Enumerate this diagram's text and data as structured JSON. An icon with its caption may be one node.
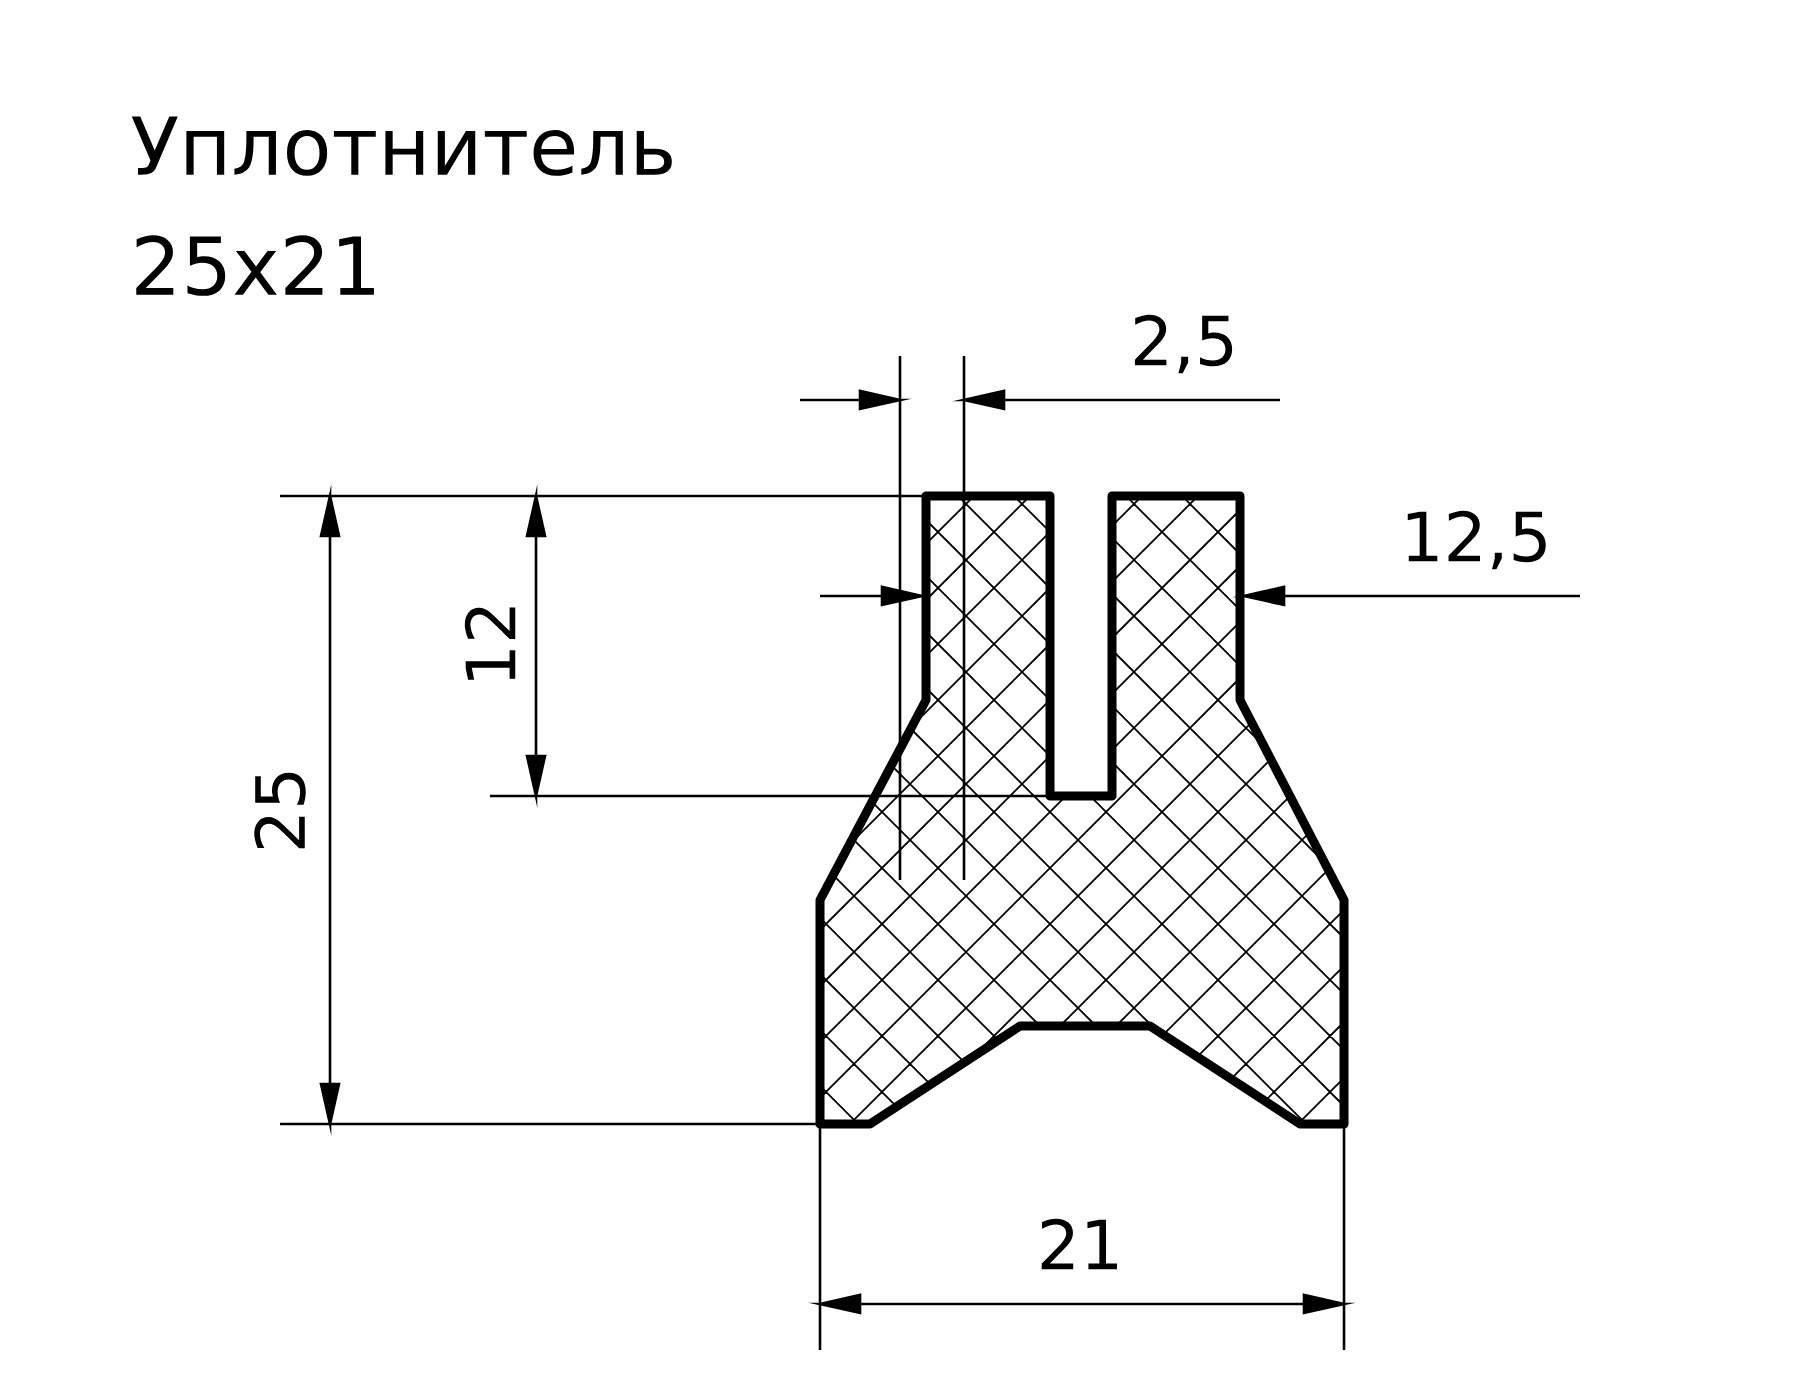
{
  "diagram": {
    "title": "Уплотнитель 25x21",
    "labels": [
      "2,5",
      "12,5",
      "12",
      "25",
      "21"
    ]
  }
}
